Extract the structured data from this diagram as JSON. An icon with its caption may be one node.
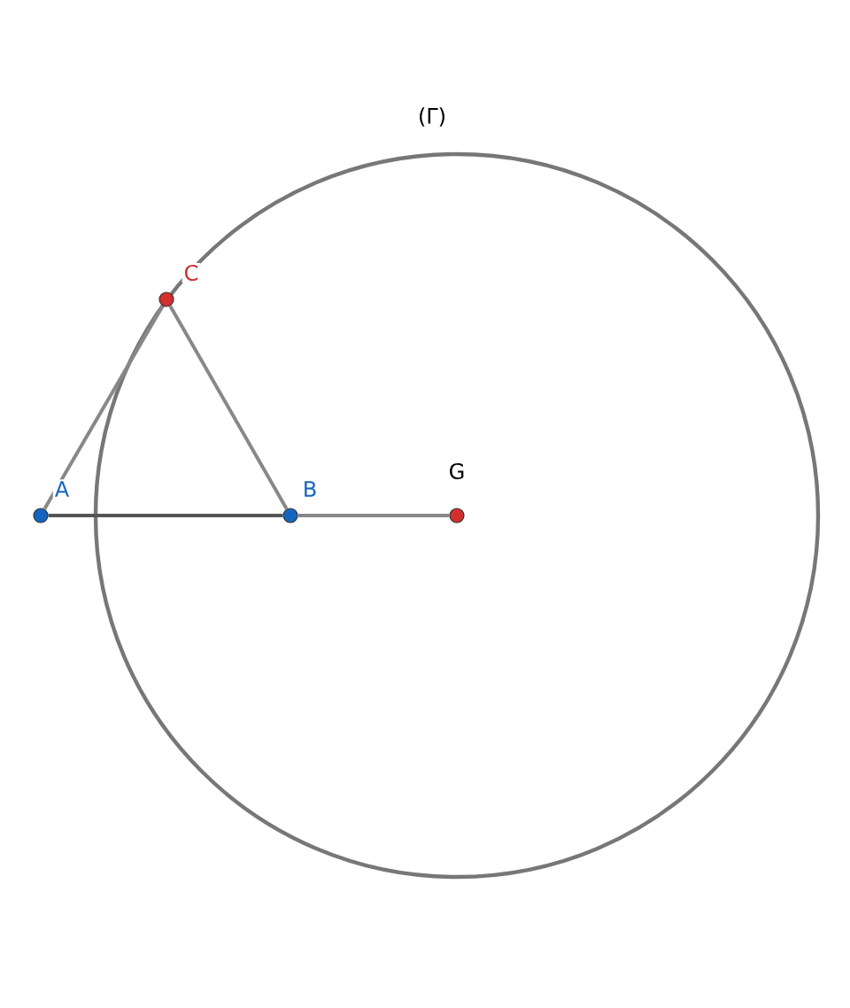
{
  "diagram": {
    "nodes": [
      {
        "text": [
          "A"
        ]
      },
      {
        "text": [
          "B"
        ]
      },
      {
        "text": [
          "C"
        ]
      },
      {
        "text": [
          "G"
        ]
      }
    ],
    "edges": [
      {
        "from": 0,
        "to": 1,
        "arrow": "none",
        "color": "#555555"
      },
      {
        "from": 1,
        "to": 3,
        "arrow": "none"
      },
      {
        "from": 0,
        "to": 2,
        "arrow": "none"
      },
      {
        "from": 2,
        "to": 1,
        "arrow": "none"
      }
    ],
    "labels": [
      "(Γ)"
    ]
  }
}
